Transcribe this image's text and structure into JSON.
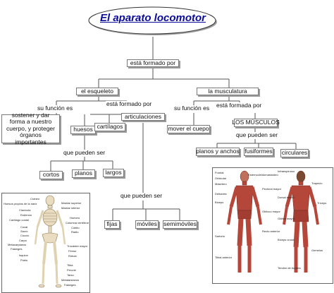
{
  "title": "El aparato locomotor",
  "nodes": {
    "esta_formado_top": "está formado por",
    "esqueleto": "el esqueleto",
    "musculatura": "la musculatura",
    "su_funcion_es_left": "su función es",
    "esta_formado_left": "está formado por",
    "su_funcion_es_right": "su función es",
    "esta_formado_right": "está formada por",
    "funcion_esqueleto": "sostener y dar forma a nuestro cuerpo, y proteger órganos importantes",
    "huesos": "huesos",
    "cartilagos": "cartílagos",
    "articulaciones": "articulaciones",
    "mover_cuerpo": "mover el cuepo",
    "los_musculos": "LOS MÚSCULOS",
    "que_pueden_ser_huesos": "que pueden ser",
    "que_pueden_ser_musculos": "que pueden ser",
    "que_pueden_ser_artic": "que pueden ser",
    "cortos": "cortos",
    "planos": "planos",
    "largos": "largos",
    "planos_anchos": "planos y anchos",
    "fusiformes": "fusiformes",
    "circulares": "circulares",
    "fijas": "fijas",
    "moviles": "móviles",
    "semimoviles": "semimóviles"
  },
  "skeleton_labels_left": [
    "Cráneo",
    "Huesos propios de la nariz",
    "Clavícula",
    "Esternón",
    "Cartílago costal",
    "Coxal",
    "Sacro",
    "Cóccix",
    "Carpo",
    "Metacarpianos",
    "Falanges"
  ],
  "skeleton_labels_right": [
    "Maxilar superior",
    "Maxilar inferior",
    "Húmero",
    "Columna vertebral",
    "Cúbito",
    "Radio",
    "Rótula",
    "Fémur",
    "Peroné",
    "Tibia",
    "Tarso",
    "Metatarsianos",
    "Falanges",
    "Isquion",
    "Pubis",
    "Trocánter mayor"
  ],
  "muscle_labels_left": [
    "Frontal",
    "Orbicular",
    "Masetero",
    "Esternocleidomastoideo",
    "Deltoides",
    "Pectoral mayor",
    "Bíceps",
    "Recto anterior",
    "Sartorio",
    "Tibial anterior"
  ],
  "muscle_labels_right": [
    "Trapecio",
    "Dorsal ancho",
    "Tríceps",
    "Glúteo mayor",
    "Bíceps crural",
    "Gemelos",
    "Tendón de Aquiles",
    "Infraespinoso",
    "Oblicuo mayor"
  ],
  "colors": {
    "title": "#0b0b9a",
    "border": "#7a7a7a",
    "bone": "#e9dcc0",
    "muscle": "#b5463a",
    "skin": "#e2a27a"
  }
}
